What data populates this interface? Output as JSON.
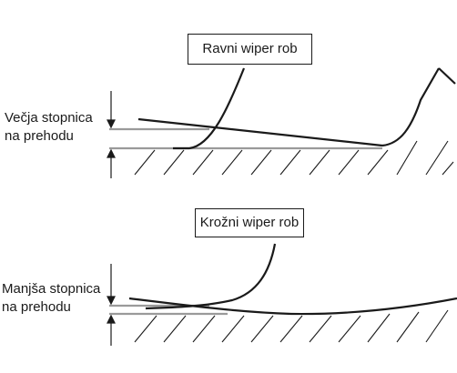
{
  "top_panel": {
    "title": "Ravni wiper rob",
    "side_label_line1": "Večja stopnica",
    "side_label_line2": "na prehodu"
  },
  "bottom_panel": {
    "title": "Krožni wiper rob",
    "side_label_line1": "Manjša stopnica",
    "side_label_line2": "na prehodu"
  },
  "colors": {
    "ink": "#1a1a1a",
    "surface_line": "#9a9a9a"
  }
}
